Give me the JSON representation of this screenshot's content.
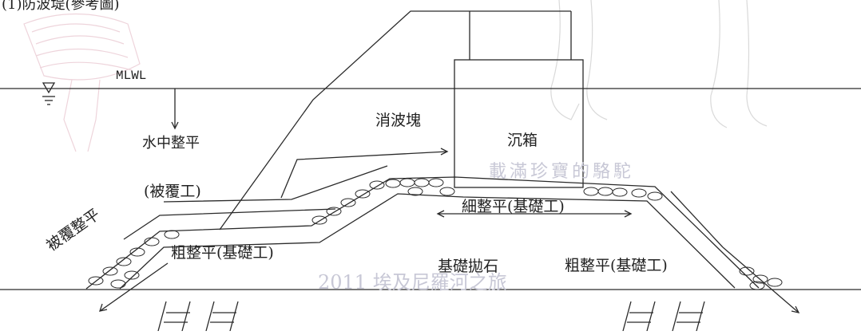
{
  "title": "(1)防波堤(參考圖)",
  "labels": {
    "mlwl": "MLWL",
    "underwater_leveling": "水中整平",
    "cover_work": "(被覆工)",
    "cover_leveling": "被覆整平",
    "armour_block": "消波塊",
    "caisson": "沉箱",
    "fine_leveling": "細整平(基礎工)",
    "coarse_leveling_left": "粗整平(基礎工)",
    "coarse_leveling_right": "粗整平(基礎工)",
    "foundation_rubble": "基礎拋石"
  },
  "watermarks": {
    "camel": "載滿珍寶的駱駝",
    "egypt": "2011 埃及尼羅河之旅"
  },
  "colors": {
    "line": "#2a2a2a",
    "watermark": "#c8c8d6"
  }
}
